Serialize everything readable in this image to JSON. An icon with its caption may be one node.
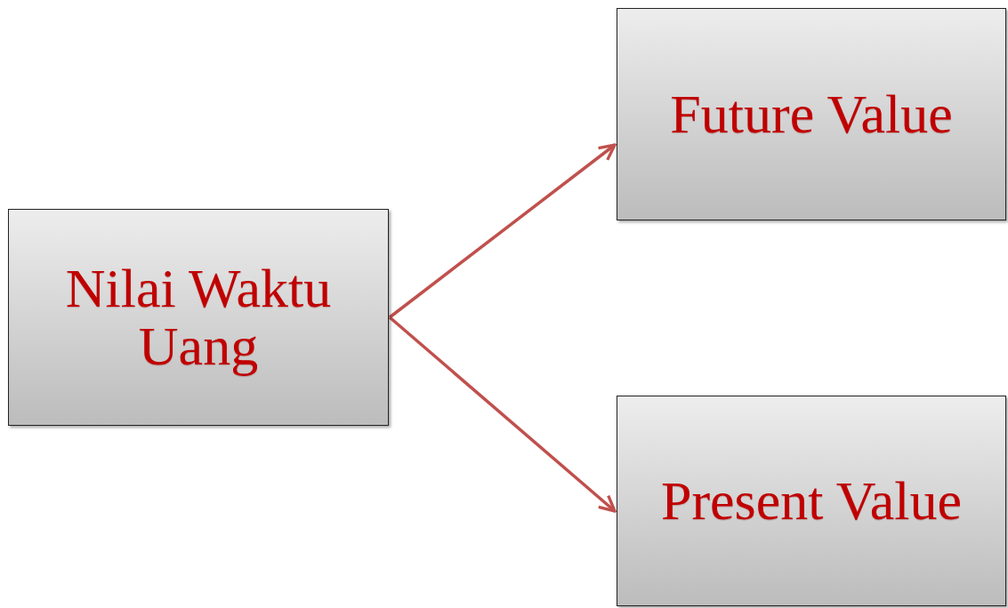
{
  "diagram": {
    "nodes": [
      {
        "text": [
          "Nilai Waktu Uang"
        ]
      },
      {
        "text": [
          "Future Value"
        ]
      },
      {
        "text": [
          "Present Value"
        ]
      }
    ],
    "edges": [
      {
        "from": 0,
        "to": 1,
        "arrow": "to"
      },
      {
        "from": 0,
        "to": 2,
        "arrow": "to"
      }
    ]
  }
}
